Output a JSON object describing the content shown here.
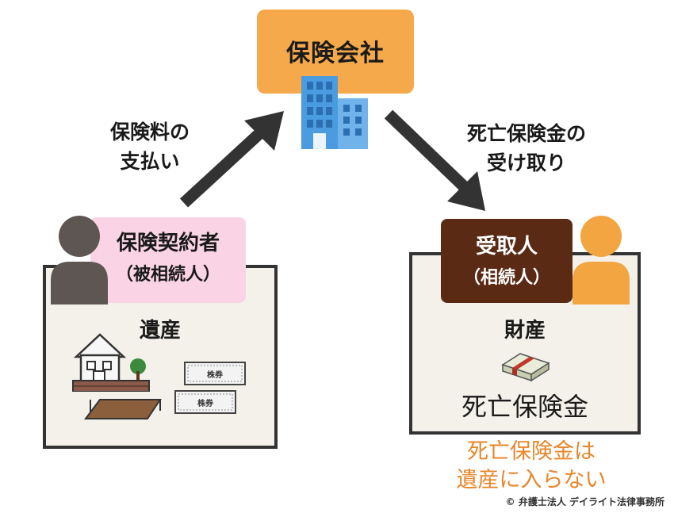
{
  "company": {
    "label": "保険会社"
  },
  "flows": {
    "premium": {
      "line1": "保険料の",
      "line2": "支払い"
    },
    "benefit": {
      "line1": "死亡保険金の",
      "line2": "受け取り"
    }
  },
  "contractor": {
    "role": "保険契約者",
    "sub": "（被相続人）",
    "panel_title": "遺産",
    "stock_labels": [
      "株券",
      "株券"
    ]
  },
  "recipient": {
    "role": "受取人",
    "sub": "（相続人）",
    "panel_title": "財産",
    "item": "死亡保険金"
  },
  "note": {
    "line1": "死亡保険金は",
    "line2": "遺産に入らない"
  },
  "copyright": "© 弁護士法人 デイライト法律事務所",
  "colors": {
    "company": "#F5A94A",
    "contractor_box": "#FAD3E4",
    "recipient_box": "#5A2A14",
    "note": "#E8862A",
    "person_left": "#5E5652",
    "person_right": "#F2A541",
    "arrow": "#333333",
    "building": "#4A9BE0"
  },
  "icons": [
    "building-icon",
    "person-icon",
    "house-icon",
    "land-icon",
    "stock-certificate-icon",
    "cash-bundle-icon",
    "arrow-up-right-icon",
    "arrow-down-right-icon"
  ]
}
